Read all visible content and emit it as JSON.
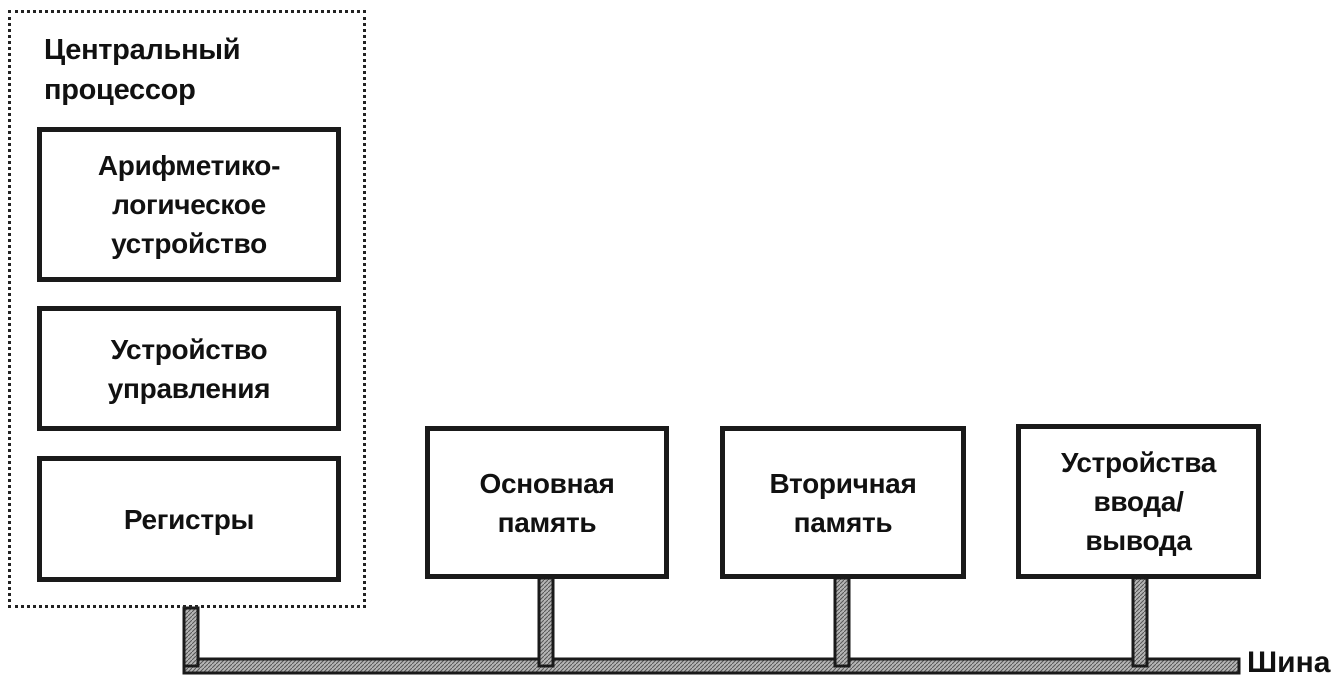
{
  "diagram": {
    "cpu_title": "Центральный\nпроцессор",
    "cpu_components": [
      {
        "label": "Арифметико-\nлогическое\nустройство"
      },
      {
        "label": "Устройство\nуправления"
      },
      {
        "label": "Регистры"
      }
    ],
    "peripherals": [
      {
        "label": "Основная\nпамять"
      },
      {
        "label": "Вторичная\nпамять"
      },
      {
        "label": "Устройства\nввода/\nвывода"
      }
    ],
    "bus_label": "Шина"
  },
  "colors": {
    "line": "#1a1a1a",
    "bus_fill": "#9a9a9a",
    "background": "#ffffff"
  }
}
